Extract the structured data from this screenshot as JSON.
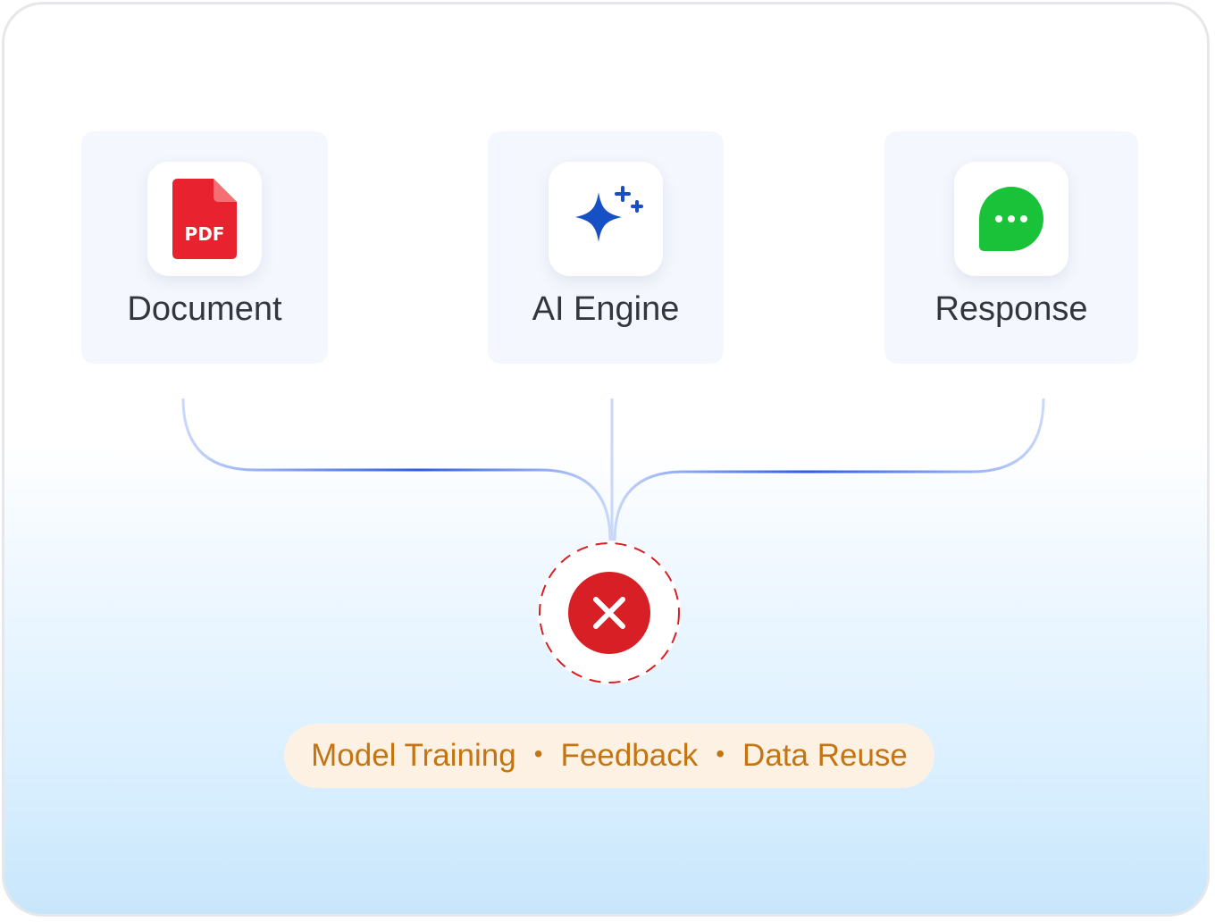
{
  "nodes": [
    {
      "label": "Document",
      "icon": "pdf-file-icon",
      "icon_text": "PDF"
    },
    {
      "label": "AI Engine",
      "icon": "sparkle-ai-icon"
    },
    {
      "label": "Response",
      "icon": "chat-bubble-icon"
    }
  ],
  "blocked_uses": [
    "Model Training",
    "Feedback",
    "Data Reuse"
  ],
  "separator": "•",
  "colors": {
    "pdf_red": "#e8232f",
    "ai_blue": "#174fc4",
    "chat_green": "#1ac23a",
    "block_red": "#d71f25",
    "pill_text": "#c37513",
    "pill_bg": "#fdf1e3",
    "connector": "#c9d8fa",
    "connector_accent": "#2d5be8"
  }
}
